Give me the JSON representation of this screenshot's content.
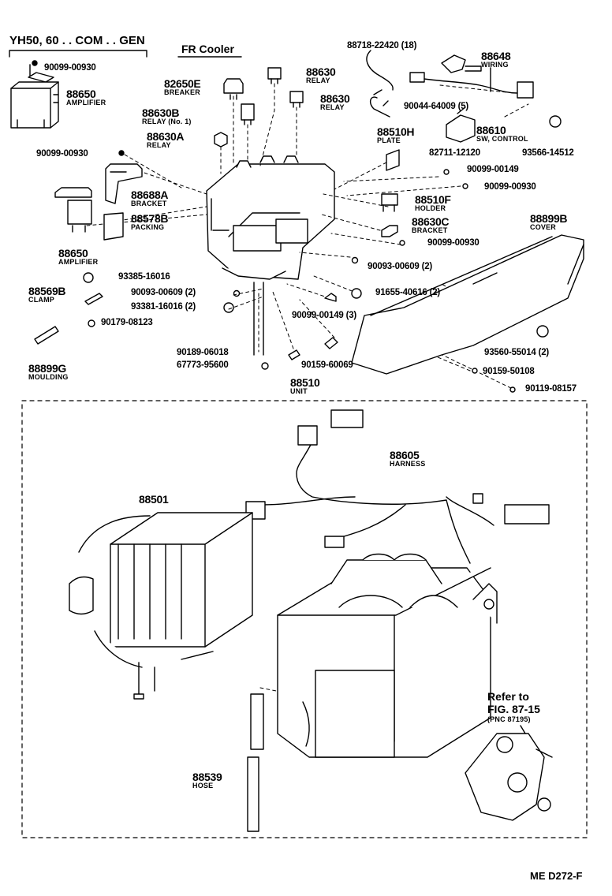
{
  "header": {
    "model_line": "YH50, 60 . . COM . . GEN",
    "fr_cooler": "FR Cooler"
  },
  "parts": {
    "p1": {
      "number": "88650",
      "name": "AMPLIFIER"
    },
    "p2": {
      "number": "88650",
      "name": "AMPLIFIER"
    },
    "p3": {
      "number": "82650E",
      "name": "BREAKER"
    },
    "p4": {
      "number": "88630B",
      "name": "RELAY (No. 1)"
    },
    "p5": {
      "number": "88630A",
      "name": "RELAY"
    },
    "p6": {
      "number": "88630",
      "name": "RELAY"
    },
    "p7": {
      "number": "88630",
      "name": "RELAY"
    },
    "p8": {
      "number": "88648",
      "name": "WIRING"
    },
    "p9": {
      "number": "88510H",
      "name": "PLATE"
    },
    "p10": {
      "number": "88610",
      "name": "SW, CONTROL"
    },
    "p11": {
      "number": "88688A",
      "name": "BRACKET"
    },
    "p12": {
      "number": "88578B",
      "name": "PACKING"
    },
    "p13": {
      "number": "88510F",
      "name": "HOLDER"
    },
    "p14": {
      "number": "88630C",
      "name": "BRACKET"
    },
    "p15": {
      "number": "88899B",
      "name": "COVER"
    },
    "p16": {
      "number": "88569B",
      "name": "CLAMP"
    },
    "p17": {
      "number": "88899G",
      "name": "MOULDING"
    },
    "p18": {
      "number": "88510",
      "name": "UNIT"
    },
    "p19": {
      "number": "88605",
      "name": "HARNESS"
    },
    "p20": {
      "number": "88501",
      "name": ""
    },
    "p21": {
      "number": "88539",
      "name": "HOSE"
    }
  },
  "part_numbers": {
    "n1": "90099-00930",
    "n2": "88718-22420 (18)",
    "n3": "90044-64009 (5)",
    "n4": "82711-12120",
    "n5": "93566-14512",
    "n6": "90099-00930",
    "n7": "90099-00149",
    "n8": "90099-00930",
    "n9": "90099-00930",
    "n10": "90093-00609 (2)",
    "n11": "93385-16016",
    "n12": "90093-00609 (2)",
    "n13": "91655-40616 (2)",
    "n14": "93381-16016 (2)",
    "n15": "90179-08123",
    "n16": "90099-00149 (3)",
    "n17": "93560-55014 (2)",
    "n18": "90189-06018",
    "n19": "67773-95600",
    "n20": "90159-60069",
    "n21": "90159-50108",
    "n22": "90119-08157"
  },
  "reference": {
    "line1": "Refer to",
    "line2": "FIG. 87-15",
    "line3": "(PNC 87195)"
  },
  "footer": {
    "code": "ME  D272-F"
  }
}
